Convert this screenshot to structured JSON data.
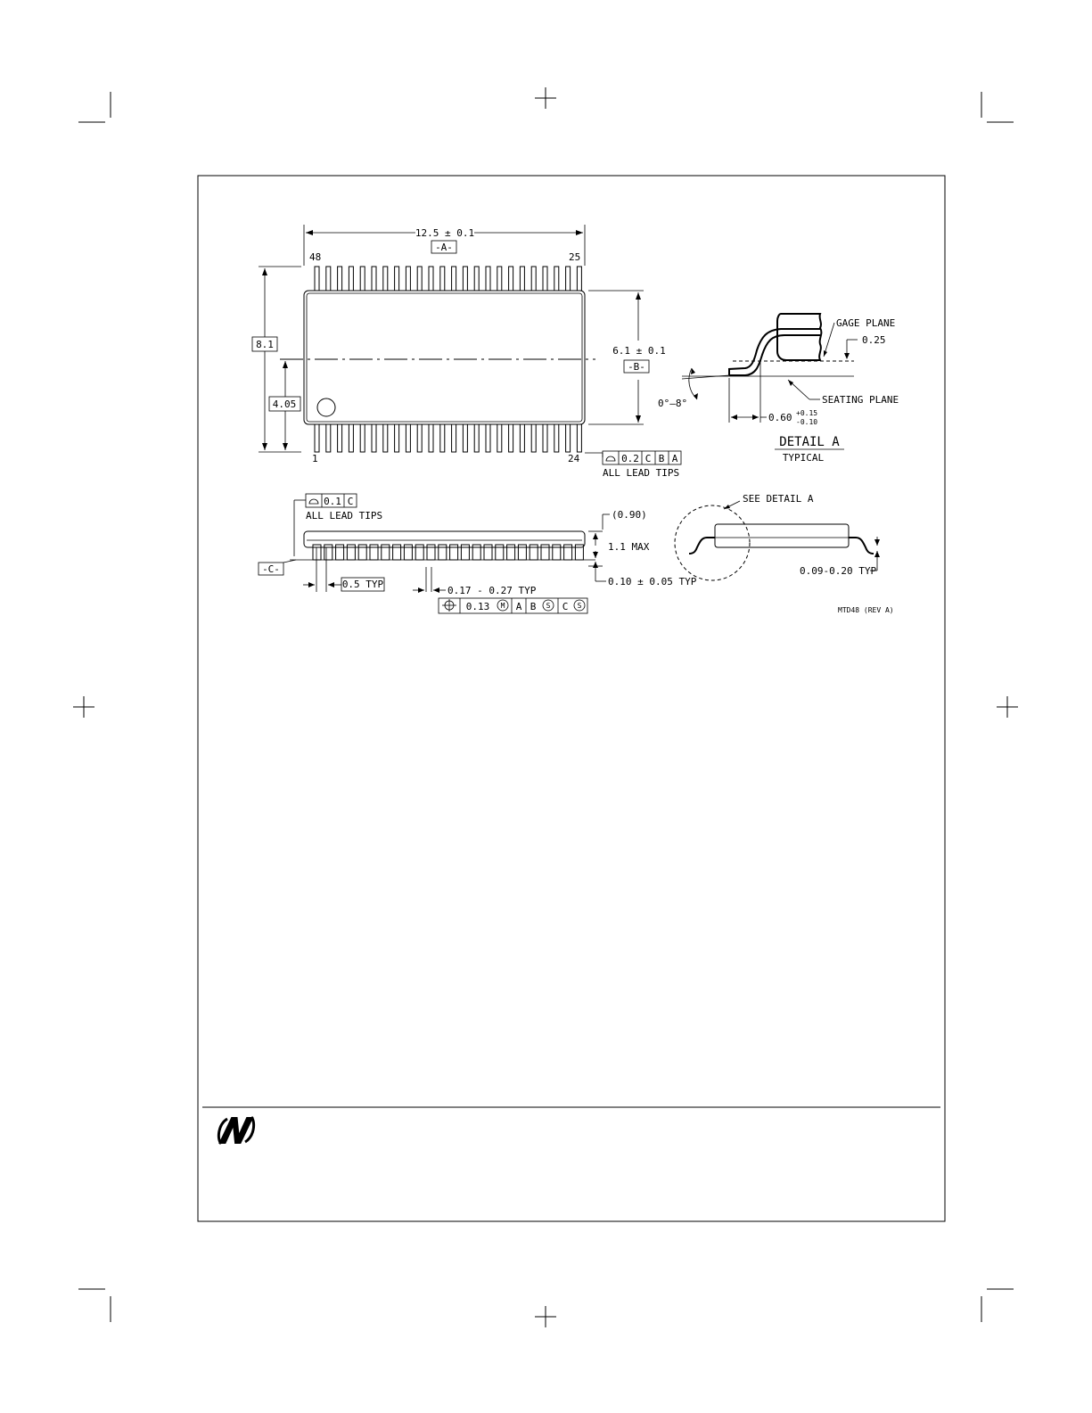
{
  "drawing": {
    "top_view": {
      "length_dim": "12.5 ± 0.1",
      "datum_a": "-A-",
      "pin_48": "48",
      "pin_25": "25",
      "pin_1": "1",
      "pin_24": "24",
      "overall_width": "8.1",
      "half_width": "4.05",
      "body_width_dim": "6.1 ± 0.1",
      "datum_b": "-B-",
      "lead_tip_tolerance": "0.2",
      "lead_tip_ref_c": "C",
      "lead_tip_ref_b": "B",
      "lead_tip_ref_a": "A",
      "lead_tip_note": "ALL LEAD TIPS"
    },
    "detail": {
      "gage_plane": "GAGE PLANE",
      "gage_value": "0.25",
      "angle": "0°–8°",
      "seating_plane": "SEATING PLANE",
      "foot_length": "0.60",
      "foot_tol_plus": "+0.15",
      "foot_tol_minus": "-0.10",
      "title": "DETAIL A",
      "subtitle": "TYPICAL"
    },
    "side_view": {
      "coplanarity_value": "0.1",
      "coplanarity_ref": "C",
      "lead_tip_note": "ALL LEAD TIPS",
      "datum_c": "-C-",
      "pitch": "0.5 TYP",
      "lead_width": "0.17 - 0.27 TYP",
      "position_tolerance": "0.13",
      "position_ref_a": "A",
      "position_ref_b": "B",
      "position_ref_c": "C",
      "modifier_m": "M",
      "modifier_s": "S",
      "height_ref": "(0.90)",
      "height_max": "1.1 MAX",
      "standoff": "0.10 ± 0.05 TYP"
    },
    "end_view": {
      "see_detail": "SEE DETAIL A",
      "lead_thickness": "0.09-0.20 TYP"
    },
    "drawing_number": "MTD48 (REV A)"
  },
  "icons": {
    "logo": "national-semiconductor-logo-icon",
    "position_symbol": "position-tolerance-icon",
    "profile_symbol": "profile-of-surface-icon"
  }
}
